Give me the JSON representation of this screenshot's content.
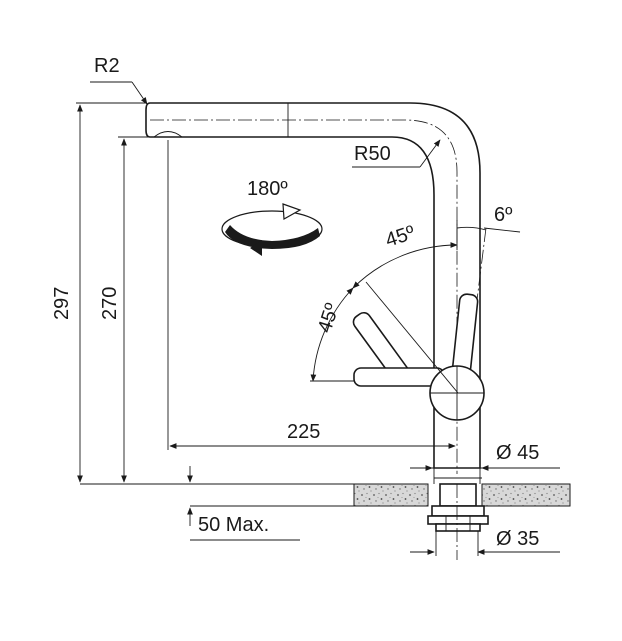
{
  "drawing": {
    "labels": {
      "tip_radius": "R2",
      "bend_radius": "R50",
      "rotation": "180º",
      "tilt_angle": "6º",
      "lever_angle_upper": "45º",
      "lever_angle_lower": "45º",
      "height_total": "297",
      "height_outlet": "270",
      "reach": "225",
      "body_diameter": "Ø 45",
      "hole_diameter": "Ø 35",
      "max_thickness": "50 Max."
    }
  }
}
